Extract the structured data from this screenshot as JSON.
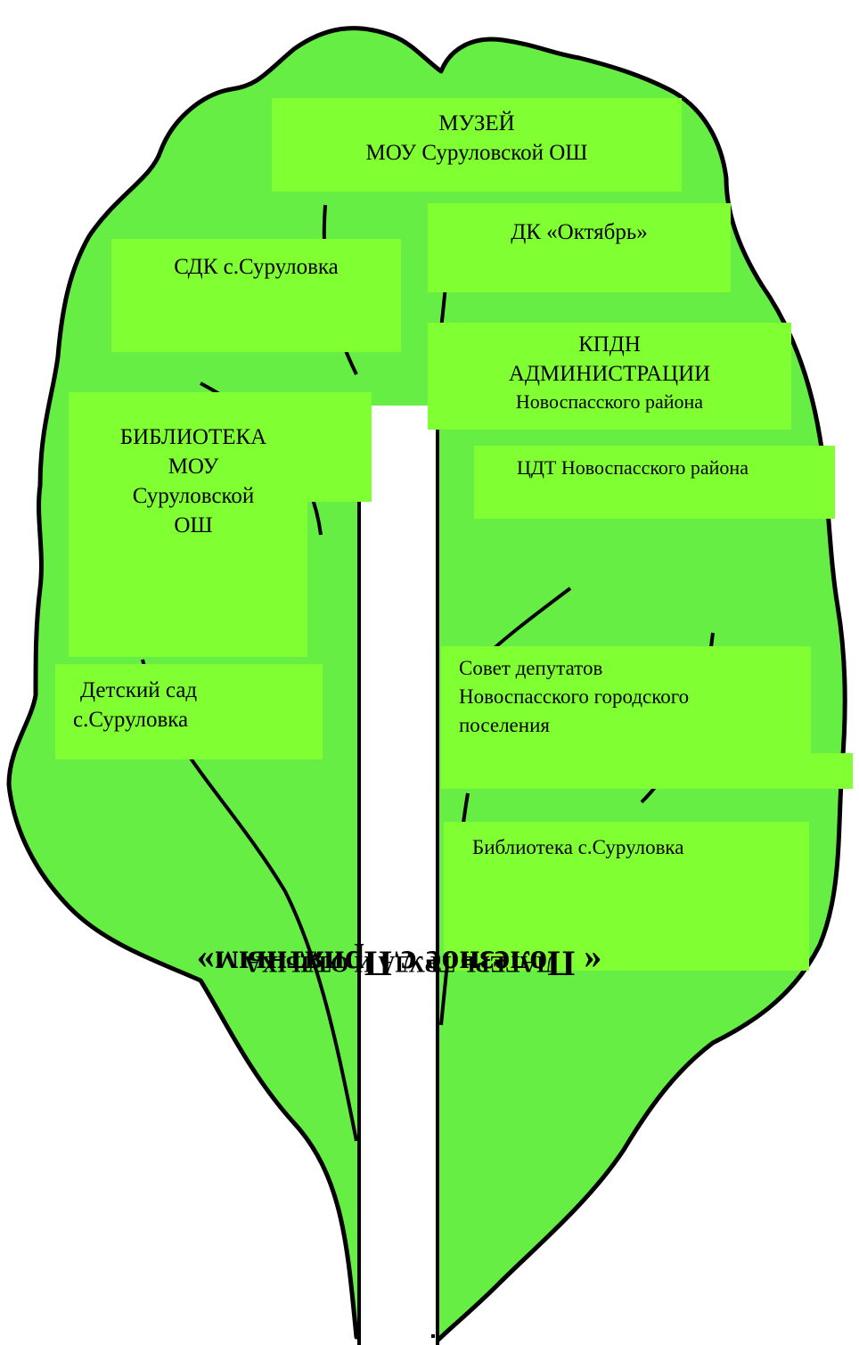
{
  "colors": {
    "foliage": "#66EE44",
    "box": "#80FF33",
    "outline": "#000000",
    "trunk": "#ffffff"
  },
  "boxes": {
    "museum": {
      "line1": "МУЗЕЙ",
      "line2": "МОУ Суруловской ОШ"
    },
    "dk": {
      "line1": "ДК «Октябрь»"
    },
    "sdk": {
      "line1": "СДК  с.Суруловка"
    },
    "kpdn": {
      "line1": "КПДН",
      "line2": "АДМИНИСТРАЦИИ",
      "line3": "Новоспасского района"
    },
    "library_school": {
      "line1": "БИБЛИОТЕКА",
      "line2": "МОУ",
      "line3": "Суруловской",
      "line4": "ОШ"
    },
    "cdt": {
      "line1": "ЦДТ Новоспасского района"
    },
    "kindergarten": {
      "line1": "Детский сад",
      "line2": "с.Суруловка"
    },
    "council": {
      "line1": "Совет депутатов",
      "line2": "Новоспасского городского",
      "line3": "поселения"
    },
    "library_village": {
      "line1": "Библиотека с.Суруловка"
    }
  },
  "trunk": {
    "title_part1": "ЛАГЕРЬ ТРУДА И ОТДЫХА ",
    "title_part2": "« Полезное с Приятным»"
  }
}
